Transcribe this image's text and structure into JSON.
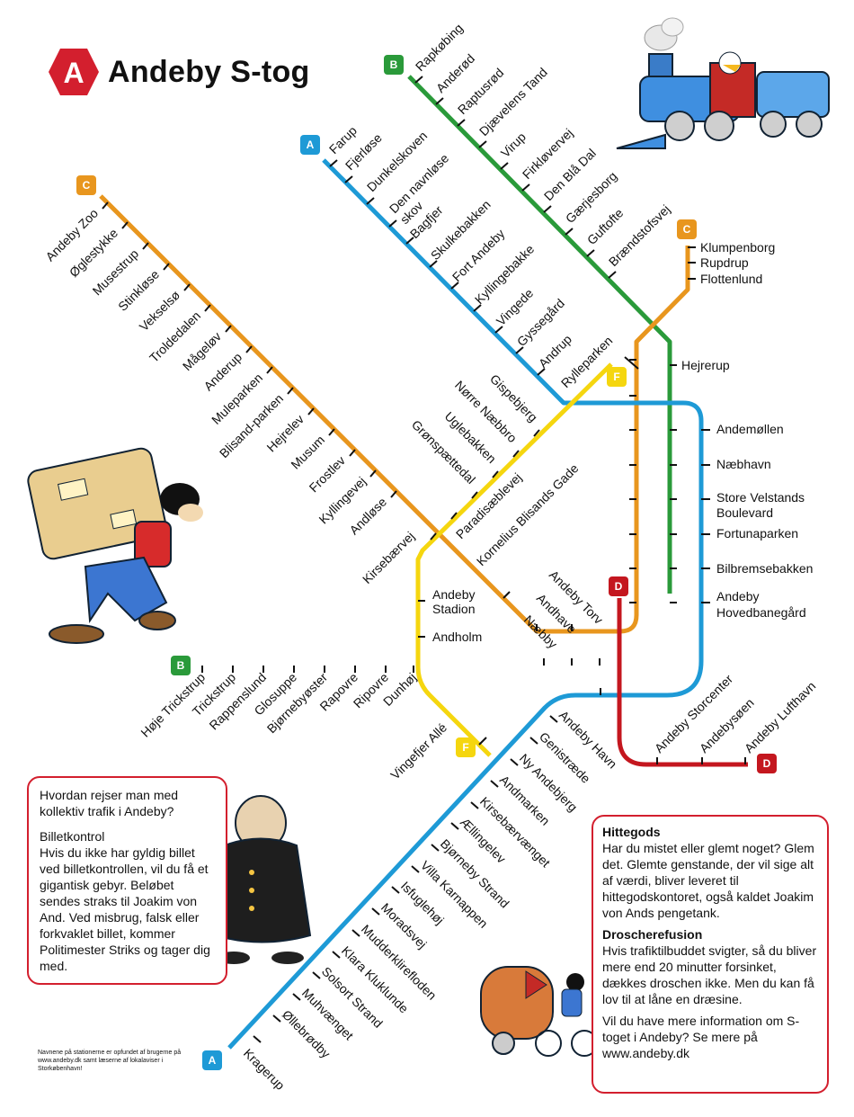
{
  "header": {
    "logo_letter": "A",
    "title": "Andeby S-tog"
  },
  "colors": {
    "red": "#d31f2e",
    "blue": "#1e9ad6",
    "green": "#2a9a3a",
    "orange": "#e8961e",
    "yellow": "#f5d60f",
    "darkred": "#c4171f"
  },
  "lines": {
    "A": {
      "label": "A",
      "color": "#1e9ad6",
      "stations_north": [
        "Farup",
        "Fjerløse",
        "Dunkelskoven",
        "Den navnløse skov",
        "Bagfjer",
        "Skulkebakken",
        "Fort Andeby",
        "Kyllingebakke",
        "Vingede",
        "Gyssegård",
        "Andrup",
        "Rylleparken"
      ],
      "stations_south": [
        "Andeby Havn",
        "Genistræde",
        "Ny Andebjerg",
        "Andmarken",
        "Kirsebærvænget",
        "Ællingelev",
        "Bjørneby Strand",
        "Villa Karnappen",
        "Isfuglehøj",
        "Moradsvej",
        "Mudderklirefloden",
        "Klara Kluklunde",
        "Solsort Strand",
        "Muhvænget",
        "Øllebrødby",
        "Kragerup"
      ]
    },
    "B": {
      "label": "B",
      "color": "#2a9a3a",
      "stations_north": [
        "Rapkøbing",
        "Anderød",
        "Raptusrød",
        "Djævelens Tand",
        "Virup",
        "Firkløvervej",
        "Den Blå Dal",
        "Gærjesborg",
        "Guftofte",
        "Brændstofsvej"
      ],
      "stations_west": [
        "Høje Trickstrup",
        "Trickstrup",
        "Rappenslund",
        "Glosuppe",
        "Bjørnebyøster",
        "Rapovre",
        "Ripovre",
        "Dunhøj"
      ]
    },
    "C": {
      "label": "C",
      "color": "#e8961e",
      "stations_west": [
        "Andeby Zoo",
        "Øglestykke",
        "Musestrup",
        "Stinkløse",
        "Vekselsø",
        "Troldedalen",
        "Mågeløv",
        "Anderup",
        "Muleparken",
        "Blisand-parken",
        "Hejrelev",
        "Musum",
        "Frostlev",
        "Kyllingevej",
        "Andløse",
        "Kornelius Blisands Gade",
        "Næbby",
        "Andhave",
        "Andeby Torv"
      ],
      "stations_north": [
        "Klumpenborg",
        "Rupdrup",
        "Flottenlund"
      ]
    },
    "D": {
      "label": "D",
      "color": "#c4171f",
      "stations": [
        "Andeby Storcenter",
        "Andebysøen",
        "Andeby Lufthavn"
      ]
    },
    "F": {
      "label": "F",
      "color": "#f5d60f",
      "stations": [
        "Gispebjerg",
        "Nørre Næbbro",
        "Uglebakken",
        "Grønspættedal",
        "Paradisæblevej",
        "Kirsebærvej",
        "Andeby Stadion",
        "Andholm",
        "Vingefjer Allé"
      ]
    },
    "shared": [
      "Hejrerup",
      "Andemøllen",
      "Næbhavn",
      "Store Velstands Boulevard",
      "Fortunaparken",
      "Bilbremsebakken",
      "Andeby Hovedbanegård"
    ]
  },
  "left_box": {
    "heading": "Hvordan rejser man med kollektiv trafik i Andeby?",
    "sub": "Billetkontrol",
    "text": "Hvis du ikke har gyldig billet ved billetkontrollen, vil du få et gigantisk gebyr. Beløbet sendes straks til Joakim von And. Ved misbrug, falsk eller forkvaklet billet, kommer Politimester Striks og tager dig med."
  },
  "right_box": {
    "h1": "Hittegods",
    "t1": "Har du mistet eller glemt noget? Glem det. Glemte genstande, der vil sige alt af værdi, bliver leveret til hittegodskontoret, også kaldet Joakim von Ands pengetank.",
    "h2": "Droscherefusion",
    "t2": "Hvis trafiktilbuddet svigter, så du bliver mere end 20 minutter forsinket, dækkes droschen ikke. Men du kan få lov til at låne en dræsine.",
    "t3": "Vil du have mere information om S-toget i Andeby? Se mere på www.andeby.dk"
  },
  "credits": "Navnene på stationerne er opfundet af brugerne på www.andeby.dk samt læserne af lokalaviser i Storkøbenhavn!"
}
